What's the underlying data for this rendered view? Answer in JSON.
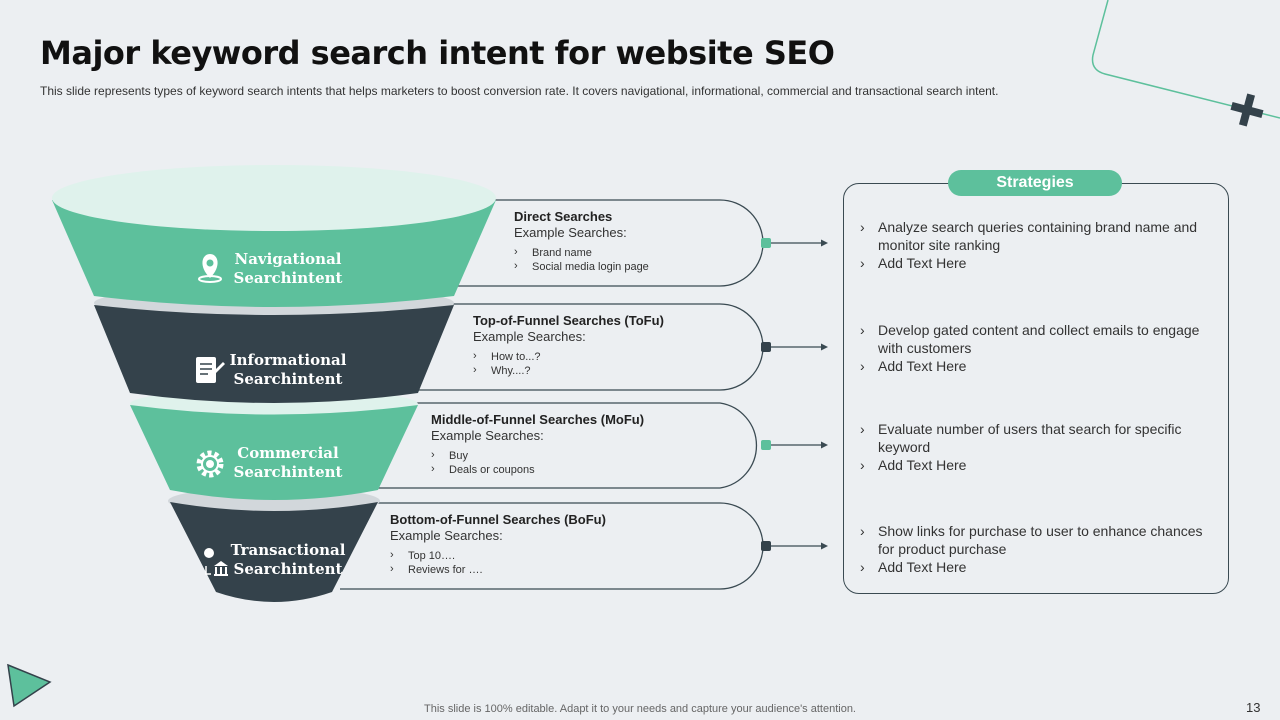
{
  "title": "Major keyword search intent for website SEO",
  "subtitle": "This slide represents types of keyword search intents that helps marketers to boost conversion  rate. It covers navigational,  informational,  commercial and transactional search intent.",
  "funnel": [
    {
      "label_line1": "Navigational",
      "label_line2": "Searchintent",
      "icon": "location-pin-icon",
      "color": "#5dc09c"
    },
    {
      "label_line1": "Informational",
      "label_line2": "Searchintent",
      "icon": "document-icon",
      "color": "#34424b"
    },
    {
      "label_line1": "Commercial",
      "label_line2": "Searchintent",
      "icon": "gear-icon",
      "color": "#5dc09c"
    },
    {
      "label_line1": "Transactional",
      "label_line2": "Searchintent",
      "icon": "money-bank-icon",
      "color": "#34424b"
    }
  ],
  "searches": [
    {
      "heading": "Direct Searches",
      "example_label": "Example Searches:",
      "bullets": [
        "Brand name",
        "Social media login page"
      ]
    },
    {
      "heading": "Top-of-Funnel Searches (ToFu)",
      "example_label": "Example Searches:",
      "bullets": [
        "How to...?",
        "Why....?"
      ]
    },
    {
      "heading": "Middle-of-Funnel Searches (MoFu)",
      "example_label": "Example Searches:",
      "bullets": [
        "Buy",
        "Deals or coupons"
      ]
    },
    {
      "heading": "Bottom-of-Funnel Searches (BoFu)",
      "example_label": "Example Searches:",
      "bullets": [
        "Top 10….",
        "Reviews for …."
      ]
    }
  ],
  "strategies_title": "Strategies",
  "strategies": [
    {
      "line1": "Analyze search queries containing brand name and monitor site ranking",
      "line2": "Add Text Here"
    },
    {
      "line1": "Develop gated content and collect emails to engage with customers",
      "line2": "Add Text Here"
    },
    {
      "line1": "Evaluate number of users that search for specific keyword",
      "line2": "Add Text Here"
    },
    {
      "line1": "Show links for purchase to user to enhance chances for product purchase",
      "line2": "Add Text Here"
    }
  ],
  "footer": "This slide is 100% editable. Adapt it to your needs and capture your audience's attention.",
  "page_number": "13",
  "colors": {
    "green": "#5dc09c",
    "dark": "#34424b",
    "light_green": "#dff2ec",
    "grey": "#d2d7db"
  }
}
